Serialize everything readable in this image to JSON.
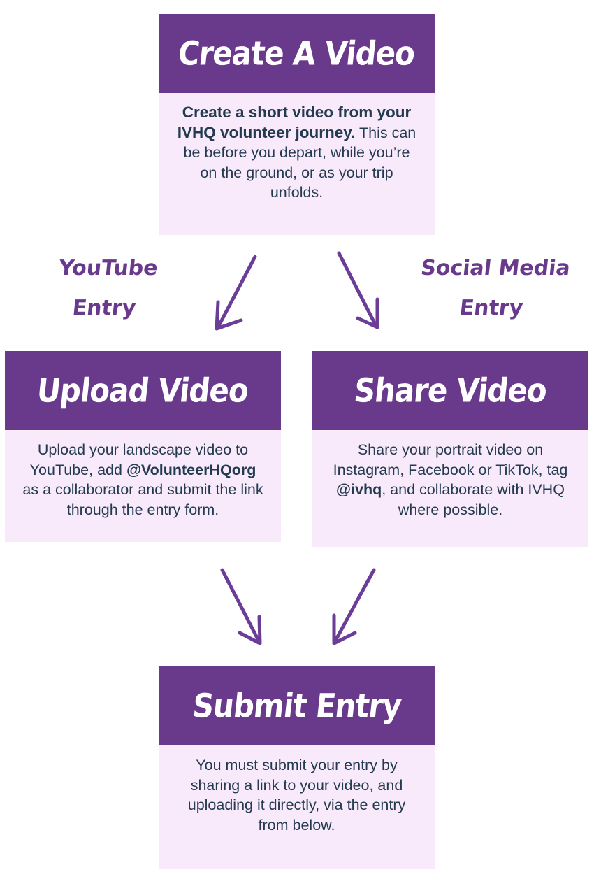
{
  "colors": {
    "header": "#693a8c",
    "body": "#f8eafb",
    "text": "#233a4f",
    "arrow": "#6b3d97"
  },
  "create": {
    "title": "Create A Video",
    "bold": "Create a short video from your IVHQ volunteer journey.",
    "text": " This can be before you depart, while you’re on the ground, or as your trip unfolds."
  },
  "labels": {
    "youtube_1": "YouTube",
    "youtube_2": "Entry",
    "social_1": "Social Media",
    "social_2": "Entry"
  },
  "upload": {
    "title": "Upload Video",
    "text_1": "Upload your landscape video to YouTube, add ",
    "handle": "@VolunteerHQorg",
    "text_2": " as a collaborator and submit the link through the entry form."
  },
  "share": {
    "title": "Share Video",
    "text_1": "Share your portrait video on Instagram, Facebook or TikTok, tag ",
    "handle": "@ivhq",
    "text_2": ", and collaborate with IVHQ where possible."
  },
  "submit": {
    "title": "Submit Entry",
    "text": "You must submit your entry by sharing a link to your video, and uploading it directly, via the entry from below."
  }
}
